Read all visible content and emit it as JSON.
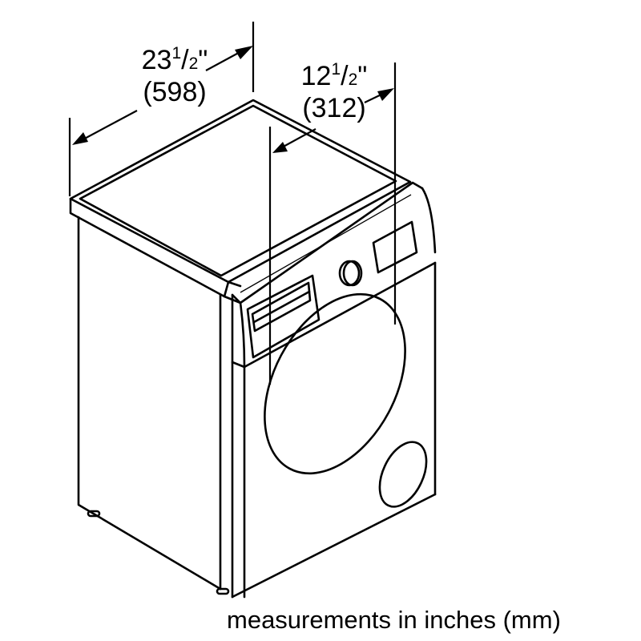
{
  "diagram": {
    "subject": "Front-load dryer / washer appliance isometric dimension drawing",
    "line_color": "#000000",
    "background_color": "#ffffff"
  },
  "dimensions": {
    "width": {
      "whole": "23",
      "numerator": "1",
      "slash": "/",
      "denominator": "2",
      "unit": "\"",
      "metric": "(598)"
    },
    "depth": {
      "whole": "12",
      "numerator": "1",
      "slash": "/",
      "denominator": "2",
      "unit": "\"",
      "metric": "(312)"
    }
  },
  "caption": "measurements in inches (mm)"
}
